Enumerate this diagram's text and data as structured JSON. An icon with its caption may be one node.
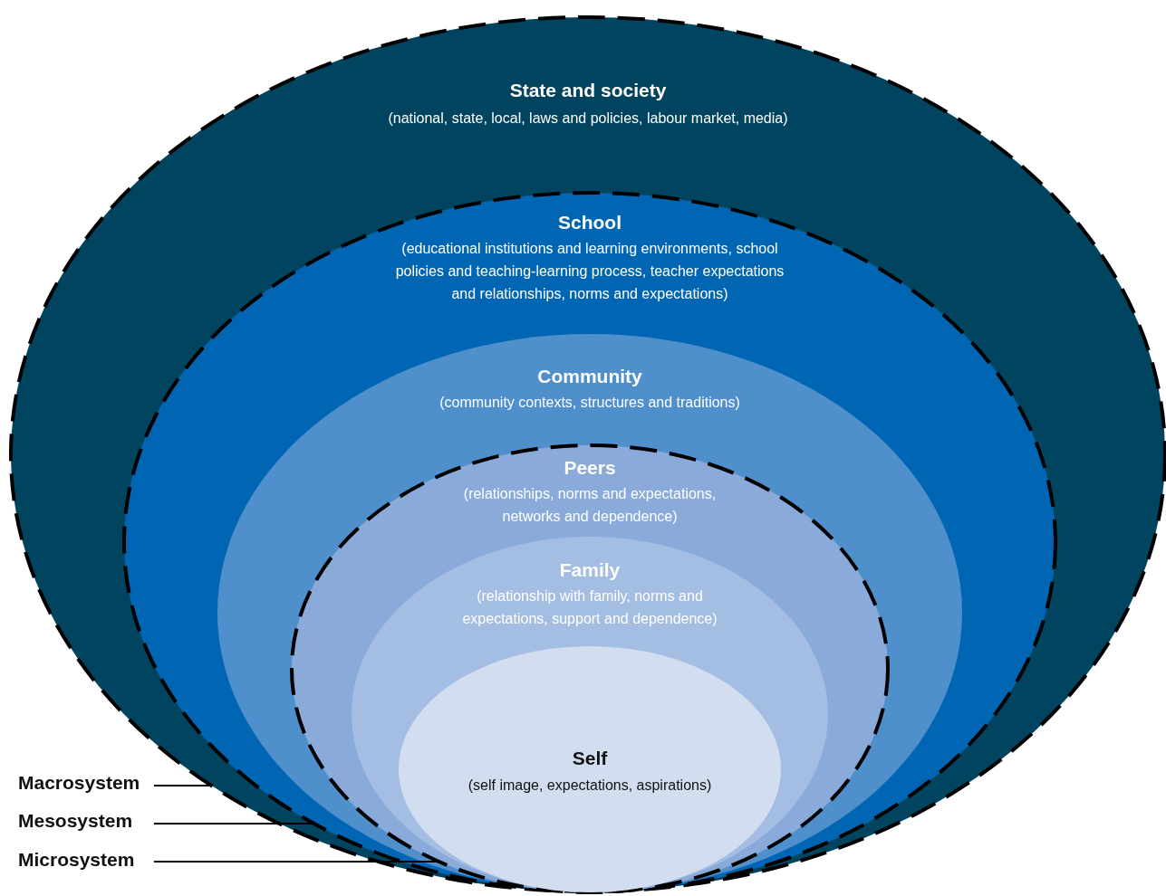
{
  "diagram": {
    "nodes": [
      {
        "text": [
          "State and society",
          "(national, state, local, laws and policies, labour market, media)"
        ]
      },
      {
        "text": [
          "School",
          "(educational institutions and learning environments, school policies and teaching-learning process, teacher expectations and relationships, norms and expectations)"
        ],
        "in": 0
      },
      {
        "text": [
          "Community",
          "(community contexts, structures and traditions)"
        ],
        "in": 1
      },
      {
        "text": [
          "Peers",
          "(relationships, norms and expectations, networks and dependence)"
        ],
        "in": 2
      },
      {
        "text": [
          "Family",
          "(relationship with family, norms and expectations, support and dependence)"
        ],
        "in": 3
      },
      {
        "text": [
          "Self",
          "(self image, expectations, aspirations)"
        ],
        "in": 4
      },
      {
        "text": [
          "Macrosystem"
        ]
      },
      {
        "text": [
          "Mesosystem"
        ]
      },
      {
        "text": [
          "Microsystem"
        ]
      }
    ],
    "edges": [
      {
        "from": 6,
        "to": 0,
        "arrow": "none"
      },
      {
        "from": 7,
        "to": 1,
        "arrow": "none"
      },
      {
        "from": 8,
        "to": 3,
        "arrow": "none"
      }
    ]
  }
}
